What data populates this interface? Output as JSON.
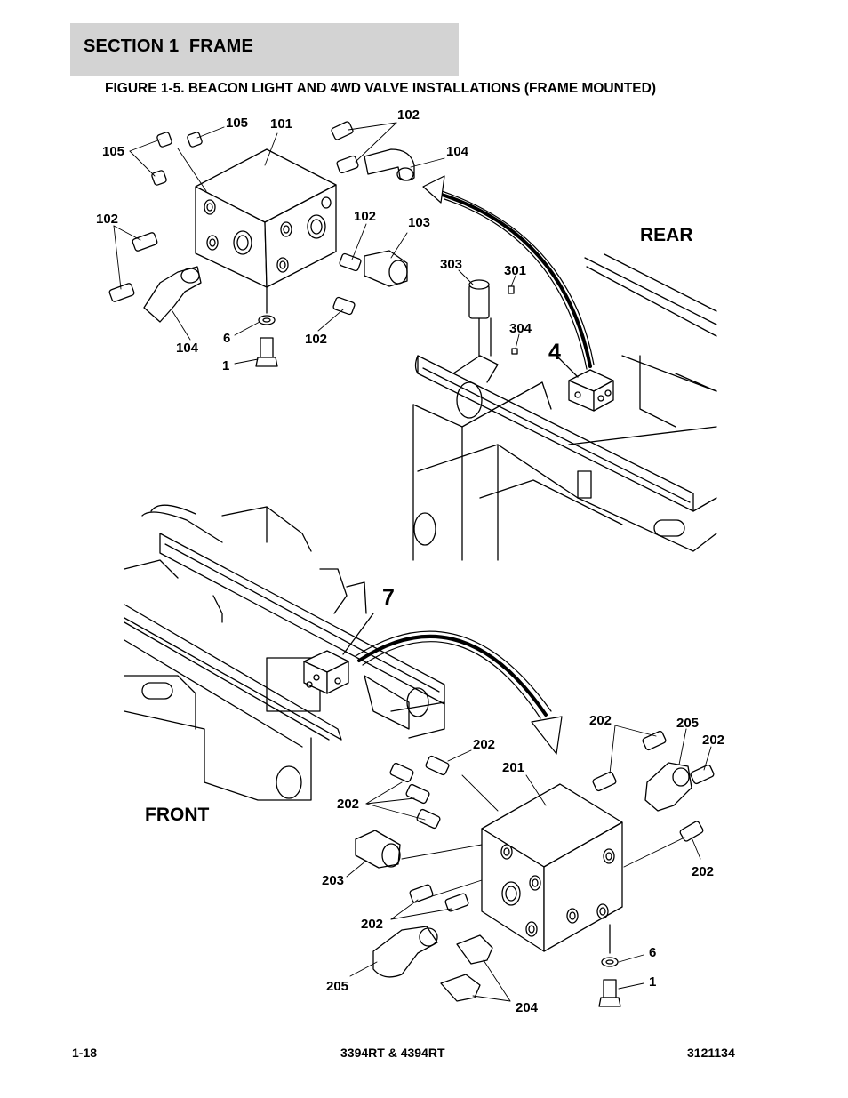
{
  "header": {
    "section_label": "SECTION 1  FRAME",
    "figure_title": "FIGURE 1-5. BEACON LIGHT AND 4WD VALVE INSTALLATIONS (FRAME MOUNTED)"
  },
  "diagram": {
    "view_rear_label": "REAR",
    "view_front_label": "FRONT",
    "view_item_4": "4",
    "view_item_7": "7",
    "upper_callouts": {
      "c105a": "105",
      "c105b": "105",
      "c101": "101",
      "c102a": "102",
      "c104a": "104",
      "c102b": "102",
      "c102c": "102",
      "c103": "103",
      "c104b": "104",
      "c6": "6",
      "c1": "1",
      "c102d": "102",
      "c303": "303",
      "c301": "301",
      "c304": "304"
    },
    "lower_callouts": {
      "c202a": "202",
      "c205a": "205",
      "c202b": "202",
      "c202c": "202",
      "c201": "201",
      "c202d": "202",
      "c203": "203",
      "c202e": "202",
      "c202f": "202",
      "c205b": "205",
      "c204": "204",
      "c6": "6",
      "c1": "1"
    }
  },
  "footer": {
    "page_number": "1-18",
    "model": "3394RT & 4394RT",
    "part_number": "3121134"
  }
}
